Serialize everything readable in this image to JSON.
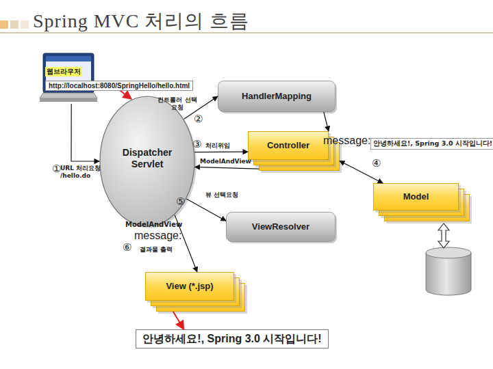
{
  "diagram": {
    "title": "Spring MVC 처리의 흐름",
    "nodes": [
      {
        "text": [
          "웹브라우저",
          "http://localhost:8080/SpringHello/hello.html"
        ]
      },
      {
        "text": [
          "Dispatcher Servlet"
        ]
      },
      {
        "text": [
          "HandlerMapping"
        ]
      },
      {
        "text": [
          "Controller"
        ]
      },
      {
        "text": [
          "Model"
        ]
      },
      {
        "text": [
          "ViewResolver"
        ]
      },
      {
        "text": [
          "View (*.jsp)"
        ]
      },
      {
        "text": [
          "안녕하세요!, Spring 3.0 시작입니다!"
        ]
      }
    ],
    "edges": [
      {
        "from": 0,
        "to": 1,
        "arrow": "to",
        "label": "URL 처리요청 /hello.do"
      },
      {
        "from": 1,
        "to": 2,
        "arrow": "to",
        "label": "컨트롤러 선택 요청"
      },
      {
        "from": 2,
        "to": 3,
        "arrow": "to"
      },
      {
        "from": 1,
        "to": 3,
        "arrow": "to",
        "label": "처리위임"
      },
      {
        "from": 3,
        "to": 1,
        "arrow": "to",
        "label": "ModelAndView"
      },
      {
        "from": 3,
        "to": 4,
        "arrow": "both"
      },
      {
        "from": 1,
        "to": 5,
        "arrow": "to",
        "label": "뷰 선택요청"
      },
      {
        "from": 1,
        "to": 6,
        "arrow": "to",
        "label": "결과물 출력"
      },
      {
        "from": 6,
        "to": 7,
        "arrow": "to"
      }
    ],
    "labels": [
      "②",
      "message:",
      "안녕하세요!, Spring 3.0 시작입니다!",
      "③",
      "④",
      "①",
      "⑤",
      "ModelAndView",
      "message:",
      "⑥"
    ]
  }
}
